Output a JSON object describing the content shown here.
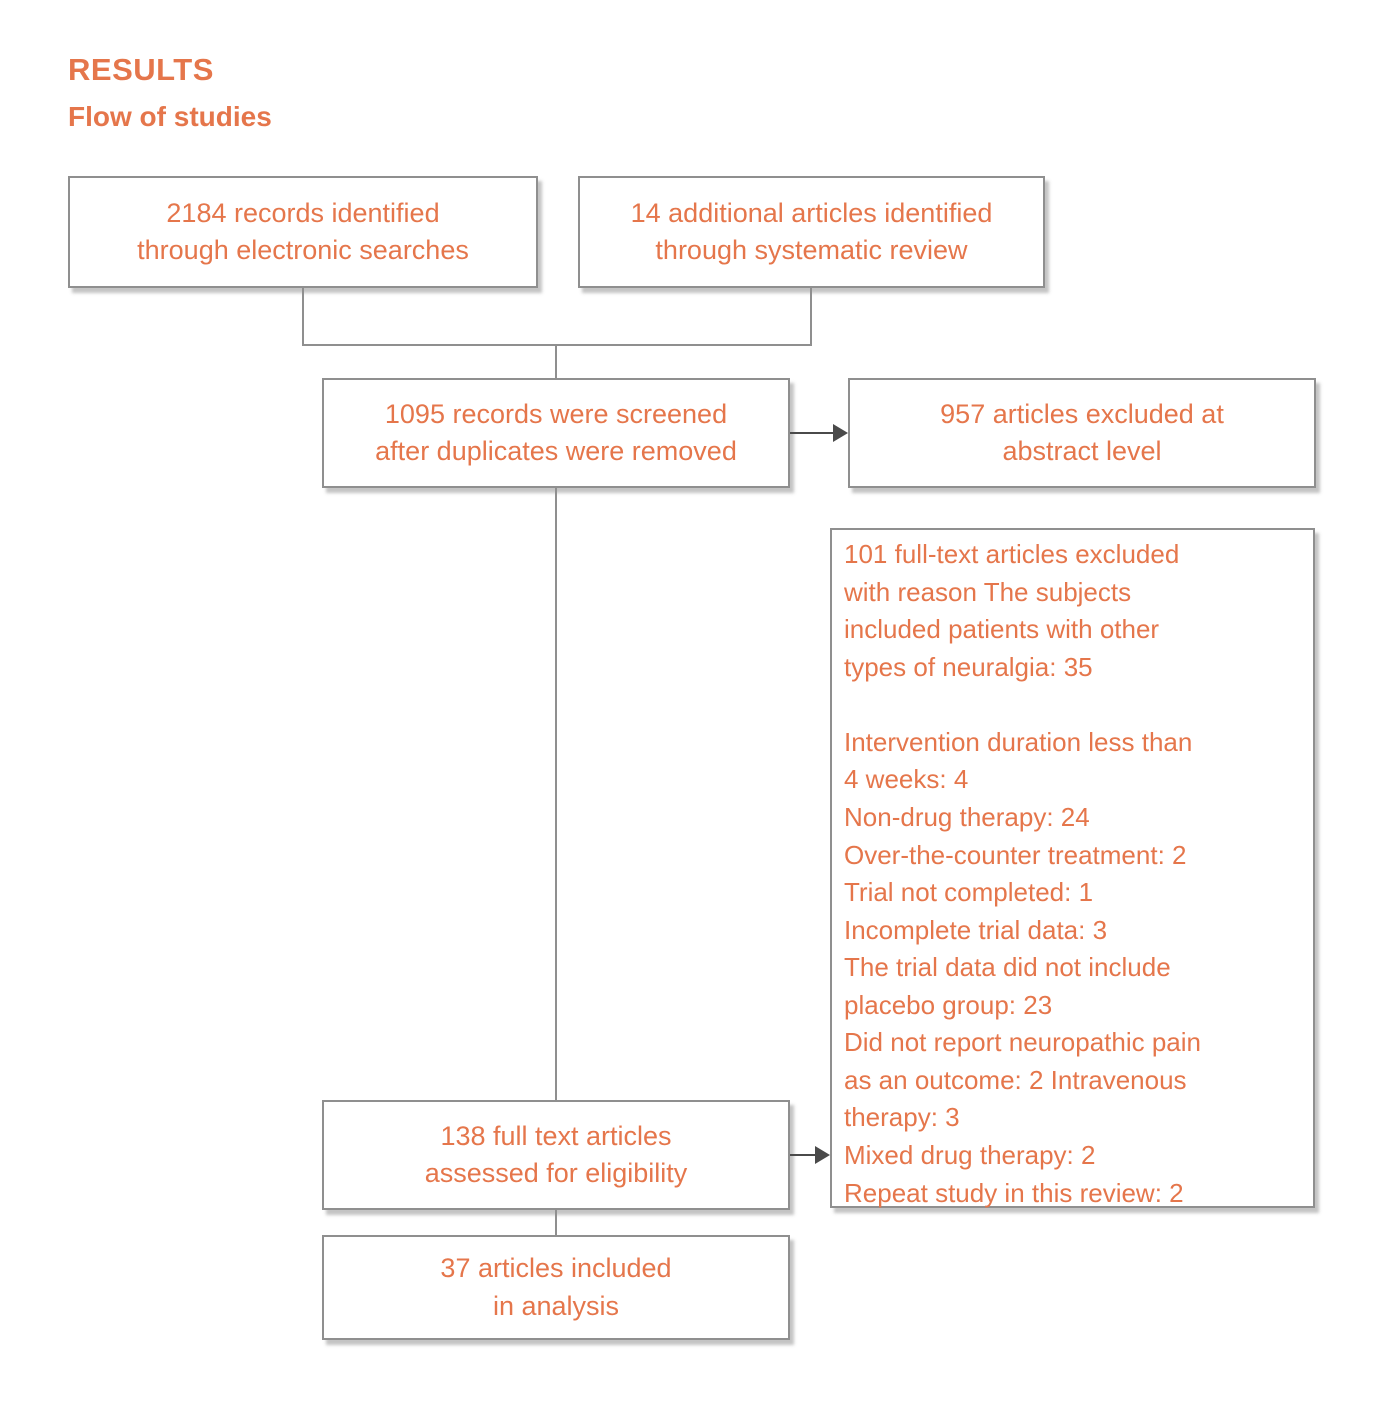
{
  "page": {
    "heading": "RESULTS",
    "subheading": "Flow of studies"
  },
  "flow": {
    "records_identified": "2184 records identified\nthrough electronic searches",
    "additional_articles": "14 additional articles identified\nthrough systematic review",
    "records_screened": "1095 records were screened\nafter duplicates were removed",
    "excluded_abstract": "957 articles excluded at\nabstract level",
    "excluded_fulltext": "101 full-text articles excluded\nwith reason The subjects\nincluded patients with other\ntypes  of neuralgia: 35\n\nIntervention duration less than\n4 weeks: 4\nNon-drug therapy: 24\nOver-the-counter treatment: 2\nTrial not completed: 1\nIncomplete trial data: 3\nThe trial data did not include\nplacebo group: 23\nDid not report neuropathic pain\nas an outcome: 2 Intravenous\ntherapy: 3\nMixed drug therapy: 2\nRepeat study in this review: 2",
    "assessed_eligibility": "138 full text articles\nassessed for eligibility",
    "included_analysis": "37 articles included\nin analysis"
  },
  "colors": {
    "accent": "#e5764b",
    "box_border": "#8f8f8f",
    "arrow": "#4a4a4a"
  }
}
